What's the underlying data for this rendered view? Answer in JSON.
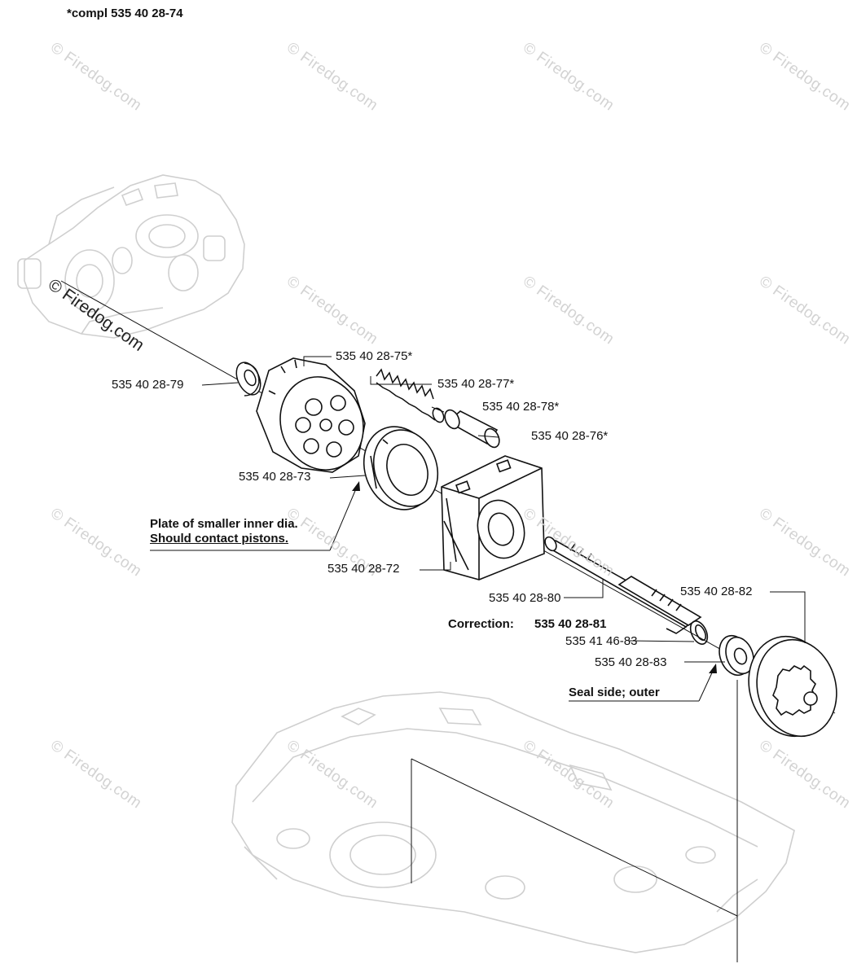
{
  "header": {
    "note": "*compl 535 40 28-74"
  },
  "watermark": {
    "text": "© Firedog.com"
  },
  "callouts": [
    {
      "id": "p75",
      "text": "535 40 28-75*"
    },
    {
      "id": "p79",
      "text": "535 40 28-79"
    },
    {
      "id": "p77",
      "text": "535 40 28-77*"
    },
    {
      "id": "p78",
      "text": "535 40 28-78*"
    },
    {
      "id": "p76",
      "text": "535 40 28-76*"
    },
    {
      "id": "p73",
      "text": "535 40 28-73"
    },
    {
      "id": "p72",
      "text": "535 40 28-72"
    },
    {
      "id": "p80",
      "text": "535 40 28-80"
    },
    {
      "id": "p82",
      "text": "535 40 28-82"
    },
    {
      "id": "p4683",
      "text": "535 41 46-83"
    },
    {
      "id": "p83",
      "text": "535 40 28-83"
    }
  ],
  "notes": {
    "plate_line1": "Plate of smaller inner dia.",
    "plate_line2": "Should contact pistons.",
    "correction_label": "Correction:",
    "correction_value": "535 40 28-81",
    "seal_side": "Seal side; outer"
  },
  "colors": {
    "line": "#111111",
    "ghost": "#cfcfcf",
    "watermark": "#d3d3d3"
  }
}
